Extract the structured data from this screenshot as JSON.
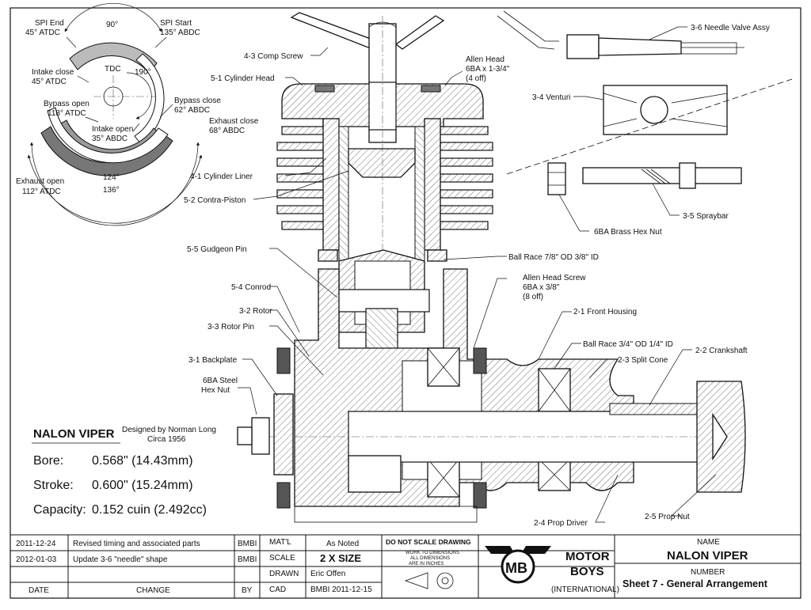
{
  "timing": {
    "spi_end": [
      "SPI End",
      "45° ATDC"
    ],
    "spi_start": [
      "SPI Start",
      "135° ABDC"
    ],
    "angle_90": "90°",
    "angle_190": "190°",
    "tdc": "TDC",
    "intake_close": [
      "Intake close",
      "45° ATDC"
    ],
    "bypass_open": [
      "Bypass open",
      "118° ATDC"
    ],
    "bypass_close": [
      "Bypass close",
      "62° ABDC"
    ],
    "exhaust_close": [
      "Exhaust close",
      "68° ABDC"
    ],
    "intake_open": [
      "Intake open",
      "35° ABDC"
    ],
    "angle_124": "124°",
    "angle_136": "136°",
    "exhaust_open": [
      "Exhaust open",
      "112° ATDC"
    ]
  },
  "parts": {
    "comp_screw": "4-3 Comp Screw",
    "cylinder_head": "5-1 Cylinder Head",
    "allen_head": [
      "Allen Head",
      "6BA x 1-3/4\"",
      "(4 off)"
    ],
    "cylinder_liner": "4-1 Cylinder Liner",
    "contra_piston": "5-2 Contra-Piston",
    "gudgeon_pin": "5-5 Gudgeon Pin",
    "conrod": "5-4 Conrod",
    "rotor": "3-2 Rotor",
    "rotor_pin": "3-3 Rotor Pin",
    "backplate": "3-1 Backplate",
    "steel_hex_nut": [
      "6BA Steel",
      "Hex Nut"
    ],
    "ball_race_large": "Ball Race 7/8\" OD 3/8\" ID",
    "allen_head_screw": [
      "Allen Head Screw",
      "6BA x 3/8\"",
      "(8 off)"
    ],
    "front_housing": "2-1 Front Housing",
    "ball_race_small": "Ball Race 3/4\" OD 1/4\" ID",
    "crankshaft": "2-2 Crankshaft",
    "split_cone": "2-3 Split Cone",
    "prop_driver": "2-4 Prop Driver",
    "prop_nut": "2-5 Prop Nut",
    "needle_valve": "3-6 Needle Valve Assy",
    "venturi": "3-4 Venturi",
    "spraybar": "3-5 Spraybar",
    "brass_hex_nut": "6BA Brass Hex Nut"
  },
  "specs": {
    "engine_name": "NALON VIPER",
    "designer": "Designed by Norman Long",
    "circa": "Circa 1956",
    "bore_label": "Bore:",
    "bore_value": "0.568\" (14.43mm)",
    "stroke_label": "Stroke:",
    "stroke_value": "0.600\" (15.24mm)",
    "capacity_label": "Capacity:",
    "capacity_value": "0.152 cuin (2.492cc)"
  },
  "title_block": {
    "revisions": [
      {
        "date": "2011-12-24",
        "change": "Revised timing and associated parts",
        "by": "BMBI"
      },
      {
        "date": "2012-01-03",
        "change": "Update 3-6 \"needle\" shape",
        "by": "BMBI"
      }
    ],
    "col_date": "DATE",
    "col_change": "CHANGE",
    "col_by": "BY",
    "matl_label": "MAT'L",
    "matl_value": "As Noted",
    "scale_label": "SCALE",
    "scale_value": "2 X SIZE",
    "drawn_label": "DRAWN",
    "drawn_value": "Eric Offen",
    "cad_label": "CAD",
    "cad_value": "BMBI 2011-12-15",
    "do_not_scale": "DO NOT SCALE DRAWING",
    "work_note": [
      "WORK TO DIMENSIONS",
      "ALL DIMENSIONS",
      "ARE IN INCHES"
    ],
    "logo_text": "MB",
    "company": [
      "MOTOR",
      "BOYS"
    ],
    "company_sub": "(INTERNATIONAL)",
    "name_label": "NAME",
    "name_value": "NALON VIPER",
    "number_label": "NUMBER",
    "number_value": "Sheet 7 - General Arrangement"
  }
}
